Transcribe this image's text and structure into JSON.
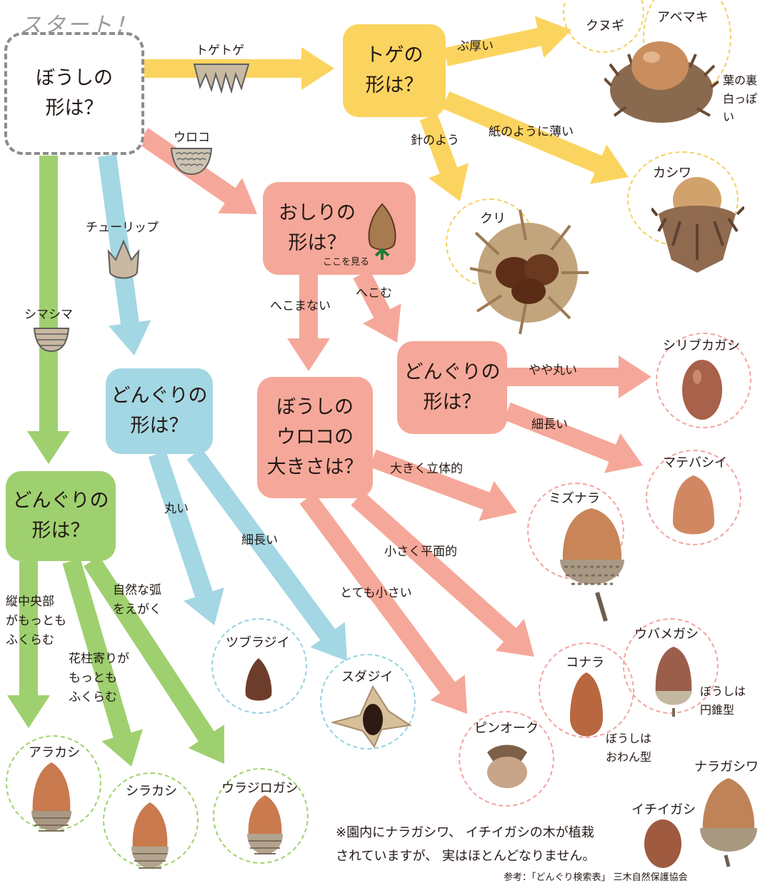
{
  "start": {
    "word": "スタート！",
    "question": "ぼうしの\n形は？"
  },
  "nodes": {
    "toge": "トゲの\n形は？",
    "oshiri": "おしりの\n形は？",
    "blue": "どんぐりの\n形は？",
    "green": "どんぐりの\n形は？",
    "uroko": "ぼうしの\nウロコの\n大きさは？",
    "pink": "どんぐりの\n形は？"
  },
  "labels": {
    "togetoge": "トゲトゲ",
    "uroko": "ウロコ",
    "tulip": "チューリップ",
    "shimashima": "シマシマ",
    "butsu": "ぶ厚い",
    "hari": "針のよう",
    "kami": "紙のように薄い",
    "hekomanai": "へこまない",
    "hekomu": "へこむ",
    "koko": "ここを見る",
    "yaya": "やや丸い",
    "hosonagai_p": "細長い",
    "ookiku": "大きく立体的",
    "chiisaku": "小さく平面的",
    "totemo": "とても小さい",
    "marui": "丸い",
    "hosonagai_b": "細長い",
    "tate": "縦中央部\nがもっとも\nふくらむ",
    "kachu": "花柱寄りが\nもっとも\nふくらむ",
    "shizen": "自然な弧\nをえがく"
  },
  "species": {
    "kunugi": "クヌギ",
    "abemaki": "アベマキ",
    "kashiwa": "カシワ",
    "kuri": "クリ",
    "shiribukagashi": "シリブカガシ",
    "matebashii": "マテバシイ",
    "mizunara": "ミズナラ",
    "ubamegashi": "ウバメガシ",
    "konara": "コナラ",
    "pinoak": "ピンオーク",
    "tsuburajii": "ツブラジイ",
    "sudajii": "スダジイ",
    "arakashi": "アラカシ",
    "shirakashi": "シラカシ",
    "urajirogashi": "ウラジロガシ",
    "naragashiwa": "ナラガシワ",
    "ichiigashi": "イチイガシ"
  },
  "notes": {
    "abemaki_leaf": "葉の裏\n白っぽい",
    "ubame_cap": "ぼうしは\n円錐型",
    "konara_cap": "ぼうしは\nおわん型",
    "planted": "※園内にナラガシワ、 イチイガシの木が植栽\nされていますが、 実はほとんどなりません。",
    "reference": "参考：「どんぐり検索表」 三木自然保護協会"
  },
  "colors": {
    "yellow": "#fbd460",
    "pink": "#f5a899",
    "blue": "#a3d7e3",
    "green": "#9fd06f",
    "arrow_pink": "#f5a899",
    "arrow_yellow": "#fbd460"
  }
}
